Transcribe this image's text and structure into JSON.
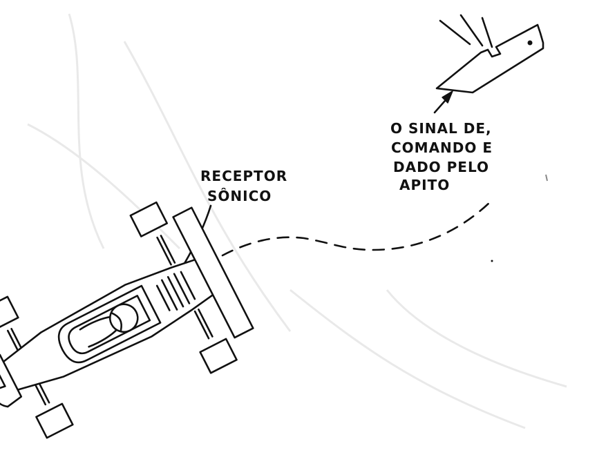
{
  "labels": {
    "receiver": [
      "RECEPTOR",
      "SÔNICO"
    ],
    "signal": [
      "O SINAL DE,",
      "COMANDO E",
      "DADO PELO",
      "APITO"
    ]
  },
  "colors": {
    "ink": "#111111",
    "paper": "#ffffff",
    "smudge": "#e6e6e6"
  }
}
